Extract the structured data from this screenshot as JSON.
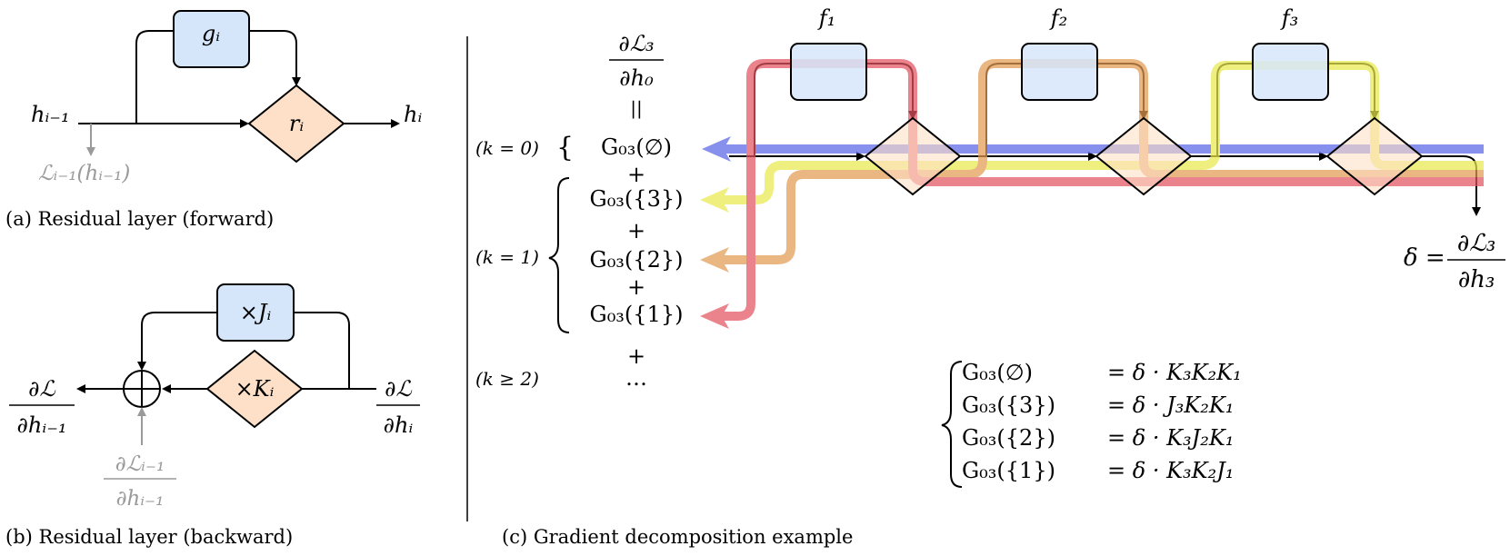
{
  "colors": {
    "blue_box": "#d6e6fa",
    "orange_diamond": "#fde0c7",
    "gray": "#9a9a9a",
    "path_blue": "#5a66e6",
    "path_yellow": "#e9e94e",
    "path_orange": "#e39a52",
    "path_red": "#e2545f"
  },
  "panel_a": {
    "caption": "(a) Residual layer (forward)",
    "g_label": "gᵢ",
    "r_label": "rᵢ",
    "h_in": "hᵢ₋₁",
    "h_out": "hᵢ",
    "loss_label": "ℒᵢ₋₁(hᵢ₋₁)"
  },
  "panel_b": {
    "caption": "(b) Residual layer (backward)",
    "j_label": "×Jᵢ",
    "k_label": "×Kᵢ",
    "plus_symbol": "⊕",
    "out_num": "∂ℒ",
    "out_den": "∂hᵢ₋₁",
    "in_num": "∂ℒ",
    "in_den": "∂hᵢ",
    "loss_num": "∂ℒᵢ₋₁",
    "loss_den": "∂hᵢ₋₁"
  },
  "panel_c": {
    "caption": "(c) Gradient decomposition example",
    "f_labels": [
      "f₁",
      "f₂",
      "f₃"
    ],
    "top_num": "∂ℒ₃",
    "top_den": "∂h₀",
    "equal_sign": "||",
    "k0": "(k = 0)",
    "k1": "(k = 1)",
    "k2": "(k ≥ 2)",
    "terms": [
      "G₀₃(∅)",
      "G₀₃({3})",
      "G₀₃({2})",
      "G₀₃({1})"
    ],
    "plus": "+",
    "ellipsis": "…",
    "delta_lhs": "δ =",
    "delta_num": "∂ℒ₃",
    "delta_den": "∂h₃",
    "equations": [
      {
        "lhs": "G₀₃(∅)",
        "rhs": "= δ · K₃K₂K₁"
      },
      {
        "lhs": "G₀₃({3})",
        "rhs": "= δ · J₃K₂K₁"
      },
      {
        "lhs": "G₀₃({2})",
        "rhs": "= δ · K₃J₂K₁"
      },
      {
        "lhs": "G₀₃({1})",
        "rhs": "= δ · K₃K₂J₁"
      }
    ]
  }
}
